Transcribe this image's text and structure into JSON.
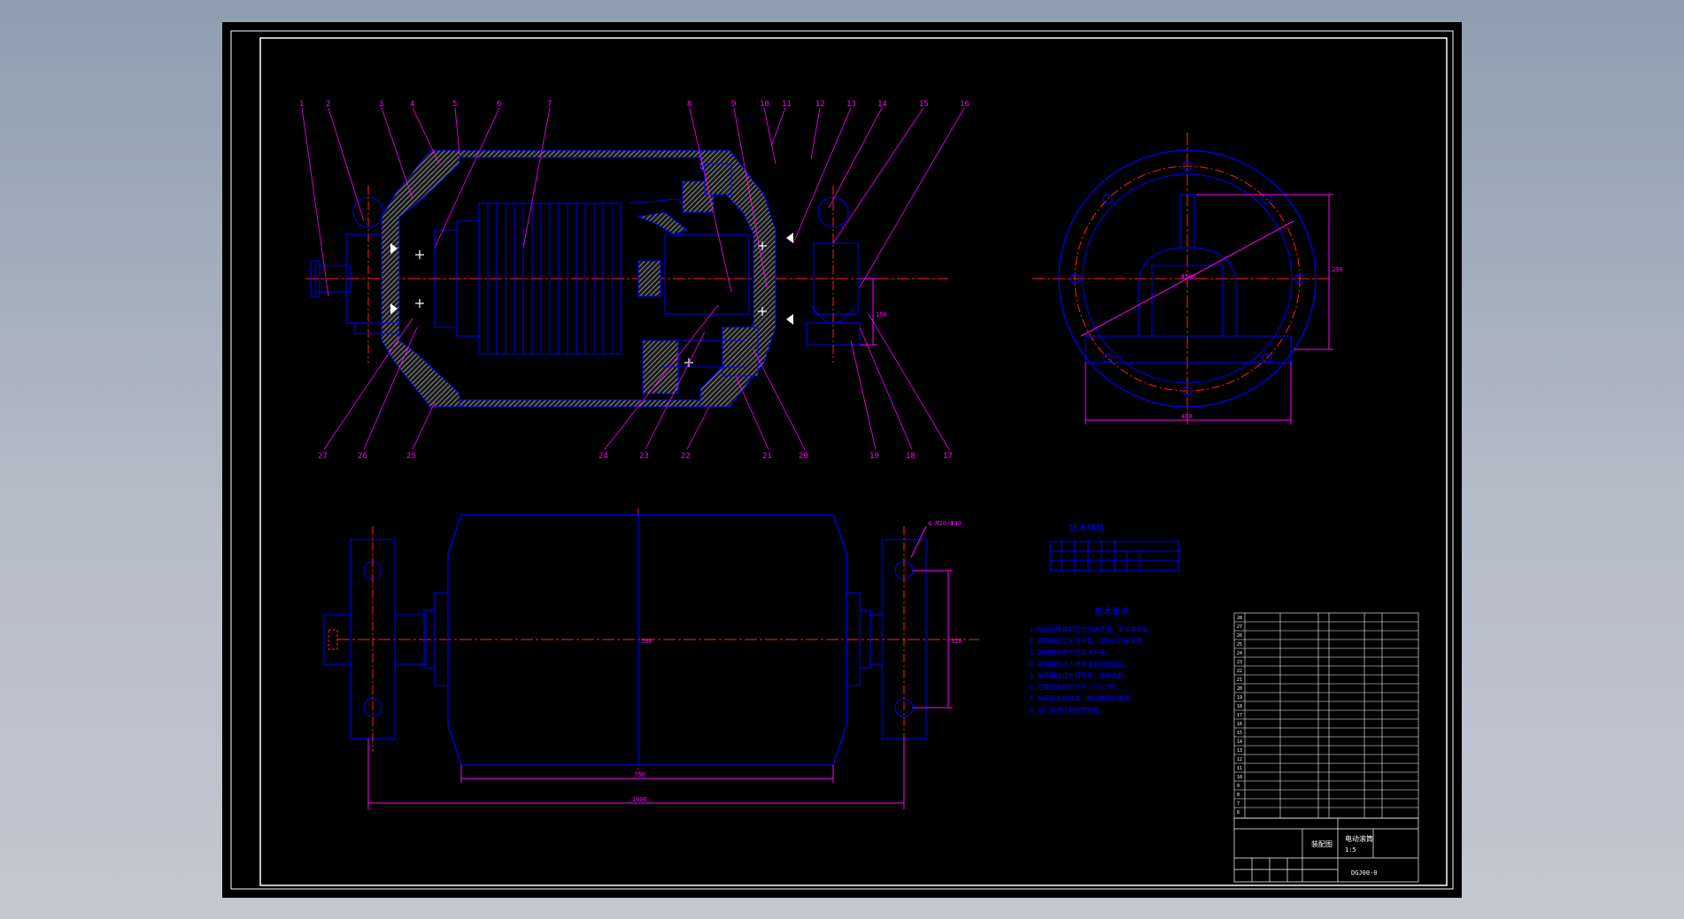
{
  "balloons_top": [
    "1",
    "2",
    "3",
    "4",
    "5",
    "6",
    "7",
    "8",
    "9",
    "10",
    "11",
    "12",
    "13",
    "14",
    "15",
    "16"
  ],
  "balloons_bottom": [
    "27",
    "26",
    "25",
    "24",
    "23",
    "22",
    "21",
    "20",
    "19",
    "18",
    "17"
  ],
  "side_view_dims": {
    "diameter": "Φ500",
    "height": "290",
    "width": "480"
  },
  "front_view_dims": {
    "shaft_height": "150"
  },
  "plan_view_dims": {
    "drum_length": "750",
    "overall_length": "1000",
    "hole_spec": "4-M20/Φ40",
    "span": "320",
    "drum_dia": "500"
  },
  "tech_table": {
    "title": "技术特性"
  },
  "tech_notes": {
    "title": "技术要求",
    "lines": [
      "1.电动滚筒装配后应运转灵活，无卡滞现象。",
      "2.滚筒表面应光滑平整，焊缝应打磨平整。",
      "3.装配前各零件应清洗干净。",
      "4.减速器内注入润滑油至规定油位。",
      "5.电机接线应牢固可靠，绝缘良好。",
      "6.空载试运转时间不少于2小时。",
      "7.外表面涂防锈漆，颜色按用户要求。",
      "8.出厂前进行密封性检查。"
    ]
  },
  "title_block": {
    "drawing_name": "电动滚筒",
    "drawing_no": "DGJ00-0",
    "material_label": "装配图",
    "scale": "1:5"
  },
  "colors": {
    "outline": "#0000ff",
    "dimension": "#ff00ff",
    "centerline": "#ff2020",
    "frame": "#ffffff",
    "hatch": "#7a7a7a"
  }
}
